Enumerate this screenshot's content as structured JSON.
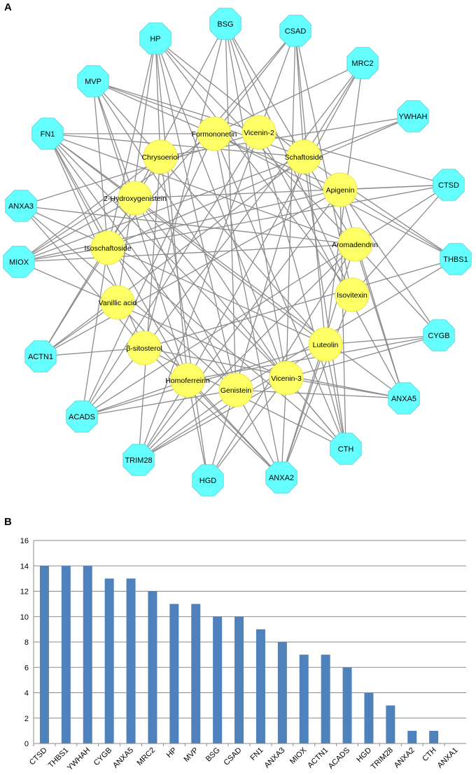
{
  "figure": {
    "panel_a_label": "A",
    "panel_b_label": "B"
  },
  "network": {
    "compound_color": "#ffff66",
    "target_color": "#66ffff",
    "edge_color": "#8c8c8c",
    "targets": [
      "HP",
      "BSG",
      "CSAD",
      "MRC2",
      "YWHAH",
      "CTSD",
      "THBS1",
      "CYGB",
      "ANXA5",
      "CTH",
      "ANXA2",
      "HGD",
      "TRIM28",
      "ACADS",
      "ACTN1",
      "MIOX",
      "ANXA3",
      "FN1",
      "MVP"
    ],
    "compounds": [
      "Formononetin",
      "Vicenin-2",
      "Schaftoside",
      "Chrysoeriol",
      "Apigenin",
      "2-Hydroxygenistein",
      "Aromadendrin",
      "Isoschaftoside",
      "Isovitexin",
      "Vanillic acid",
      "Luteolin",
      "β-sitosterol",
      "Vicenin-3",
      "Homoferreirin",
      "Genistein"
    ]
  },
  "chart_data": {
    "type": "bar",
    "categories": [
      "CTSD",
      "THBS1",
      "YWHAH",
      "CYGB",
      "ANXA5",
      "MRC2",
      "HP",
      "MVP",
      "BSG",
      "CSAD",
      "FN1",
      "ANXA3",
      "MIOX",
      "ACTN1",
      "ACADS",
      "HGD",
      "TRIM28",
      "ANXA2",
      "CTH",
      "ANXA1"
    ],
    "values": [
      14,
      14,
      14,
      13,
      13,
      12,
      11,
      11,
      10,
      10,
      9,
      8,
      7,
      7,
      6,
      4,
      3,
      1,
      1,
      0
    ],
    "ylim": [
      0,
      16
    ],
    "yticks": [
      0,
      2,
      4,
      6,
      8,
      10,
      12,
      14,
      16
    ],
    "grid": true,
    "bar_color": "#4f81bd",
    "title": "",
    "xlabel": "",
    "ylabel": ""
  }
}
